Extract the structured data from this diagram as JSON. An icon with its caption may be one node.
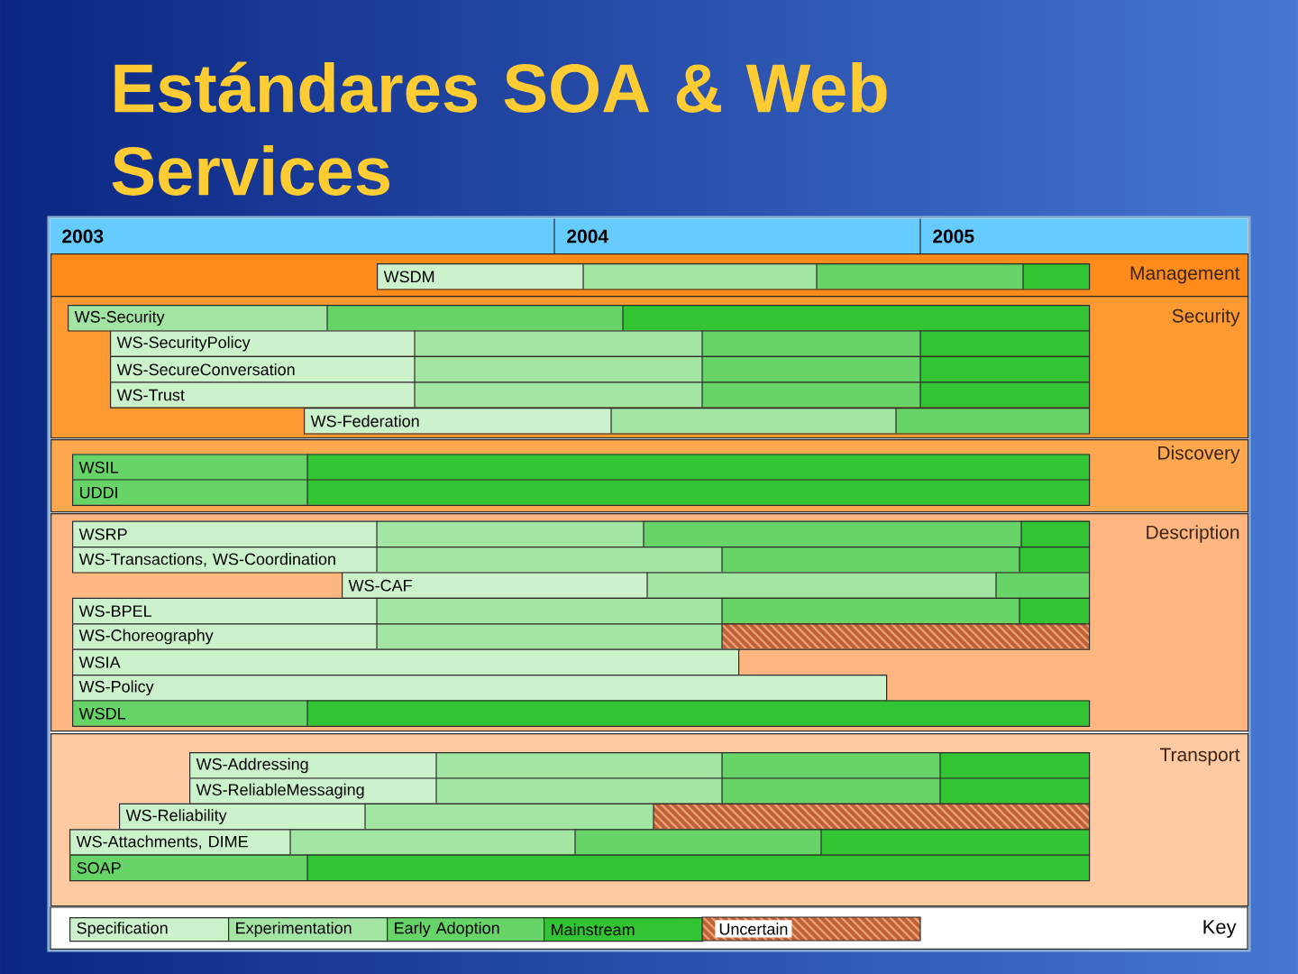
{
  "diagram": {
    "title": "Estándares SOA & Web Services",
    "nodes": [
      {
        "text": [
          "Management"
        ]
      },
      {
        "text": [
          "WSDM"
        ],
        "in": 0
      },
      {
        "text": [
          "Security"
        ]
      },
      {
        "text": [
          "WS-Security"
        ],
        "in": 2
      },
      {
        "text": [
          "WS-SecurityPolicy"
        ],
        "in": 2
      },
      {
        "text": [
          "WS-SecureConversation"
        ],
        "in": 2
      },
      {
        "text": [
          "WS-Trust"
        ],
        "in": 2
      },
      {
        "text": [
          "WS-Federation"
        ],
        "in": 2
      },
      {
        "text": [
          "Discovery"
        ]
      },
      {
        "text": [
          "WSIL"
        ],
        "in": 8
      },
      {
        "text": [
          "UDDI"
        ],
        "in": 8
      },
      {
        "text": [
          "Description"
        ]
      },
      {
        "text": [
          "WSRP"
        ],
        "in": 11
      },
      {
        "text": [
          "WS-Transactions, WS-Coordination"
        ],
        "in": 11
      },
      {
        "text": [
          "WS-CAF"
        ],
        "in": 11
      },
      {
        "text": [
          "WS-BPEL"
        ],
        "in": 11
      },
      {
        "text": [
          "WS-Choreography"
        ],
        "in": 11
      },
      {
        "text": [
          "WSIA"
        ],
        "in": 11
      },
      {
        "text": [
          "WS-Policy"
        ],
        "in": 11
      },
      {
        "text": [
          "WSDL"
        ],
        "in": 11
      },
      {
        "text": [
          "Transport"
        ]
      },
      {
        "text": [
          "WS-Addressing"
        ],
        "in": 20
      },
      {
        "text": [
          "WS-ReliableMessaging"
        ],
        "in": 20
      },
      {
        "text": [
          "WS-Reliability"
        ],
        "in": 20
      },
      {
        "text": [
          "WS-Attachments, DIME"
        ],
        "in": 20
      },
      {
        "text": [
          "SOAP"
        ],
        "in": 20
      }
    ],
    "labels": [
      "2003",
      "2004",
      "2005",
      "Key"
    ],
    "legend": [
      {
        "text": "Specification",
        "color": "#ccf2cc"
      },
      {
        "text": "Experimentation",
        "color": "#a3e6a3"
      },
      {
        "text": "Early Adoption",
        "color": "#66d466"
      },
      {
        "text": "Mainstream",
        "color": "#33c433"
      },
      {
        "text": "Uncertain"
      }
    ]
  }
}
